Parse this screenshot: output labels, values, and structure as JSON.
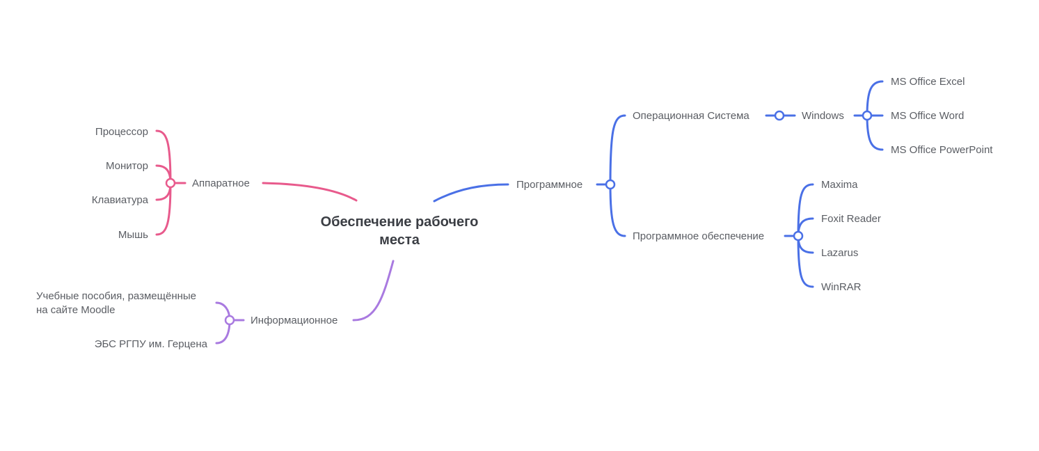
{
  "center": {
    "line1": "Обеспечение рабочего",
    "line2": "места"
  },
  "hardware": {
    "label": "Аппаратное",
    "items": [
      "Процессор",
      "Монитор",
      "Клавиатура",
      "Мышь"
    ]
  },
  "information": {
    "label": "Информационное",
    "items": [
      {
        "line1": "Учебные пособия, размещённые",
        "line2": "на сайте Moodle"
      },
      {
        "line1": "ЭБС РГПУ им. Герцена"
      }
    ]
  },
  "software": {
    "label": "Программное",
    "os": {
      "label": "Операционная Система",
      "windows": {
        "label": "Windows",
        "items": [
          "MS Office Excel",
          "MS Office Word",
          "MS Office PowerPoint"
        ]
      }
    },
    "programs": {
      "label": "Программное обеспечение",
      "items": [
        "Maxima",
        "Foxit Reader",
        "Lazarus",
        "WinRAR"
      ]
    }
  },
  "colors": {
    "hardware": "#e85a8c",
    "information": "#a97ae0",
    "software": "#4a70e6",
    "text": "#5a5d63",
    "center_text": "#3b3e44"
  }
}
